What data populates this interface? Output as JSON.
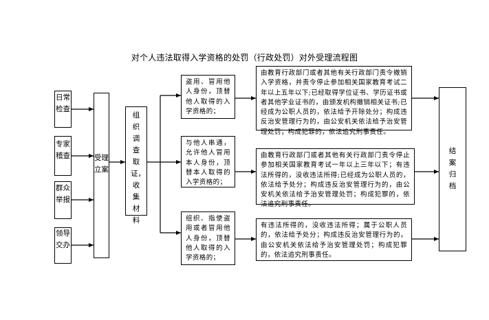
{
  "title": "对个人违法取得入学资格的处罚（行政处罚）对外受理流程图",
  "sources": [
    "日常检查",
    "专家稽查",
    "群众举报",
    "领导交办"
  ],
  "accept_case": "受理立案",
  "organize": "组织调查取证，收集材料",
  "violations": [
    "盗用、冒用他人身份，顶替他人取得的入学资格的；",
    "与他人串通，允许他人冒用本人身份，顶替本人取得的入学资格的；",
    "组织、指使盗用或者冒用他人身份，顶替他人取得的入学资格的；"
  ],
  "penalties": [
    "由教育行政部门或者其他有关行政部门责令撤销入学资格，并责令停止参加相关国家教育考试二年以上五年以下;已经取得学位证书、学历证书或者其他学业证书的，由颁发机构撤销相关证书;已经成为公职人员的，依法给予开除处分；构成违反治安管理行为的，由公安机关依法给予治安管理处罚；构成犯罪的，依法追究刑事责任。",
    "由教育行政部门或者其他有关行政部门责令停止参加相关国家教育考试一年以上三年以下；有违法所得的，没收违法所得;已经成为公职人员的，依法给予处分；构成违反治安管理行为的，由公安机关依法给予治安管理处罚；构成犯罪的，依法追究刑事责任。",
    "有违法所得的，没收违法所得；属于公职人员的，依法给予处分；构成违反治安管理行为的，由公安机关依法给予治安管理处罚；构成犯罪的，依法追究刑事责任。"
  ],
  "close_case": "结案归档"
}
